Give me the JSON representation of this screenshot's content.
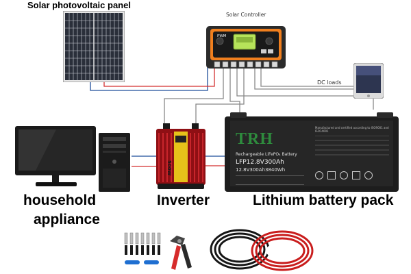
{
  "labels": {
    "solar_panel": "Solar photovoltaic panel",
    "controller": "Solar Controller",
    "dc_loads": "DC loads",
    "household_line1": "household",
    "household_line2": "appliance",
    "inverter": "Inverter",
    "battery_pack": "Lithium battery pack"
  },
  "controller_face": {
    "mode": "PWM"
  },
  "inverter_face": {
    "rating": "500W"
  },
  "battery_face": {
    "brand": "TRH",
    "subtitle": "Rechargeable LiFePO₄ Battery",
    "model": "LFP12.8V300Ah",
    "capacity": "12.8V300Ah3840Wh",
    "spec_header": "Manufactured and certified according to ISO9001 and ISO14001"
  },
  "colors": {
    "wire_positive": "#d32f2f",
    "wire_negative": "#1f4e9a",
    "controller_body": "#f07f1e",
    "inverter_body": "#b5161c",
    "battery_body": "#1d1d1d",
    "battery_brand": "#2e8b3d",
    "cable_red": "#c91d1d",
    "cable_black": "#161616"
  }
}
